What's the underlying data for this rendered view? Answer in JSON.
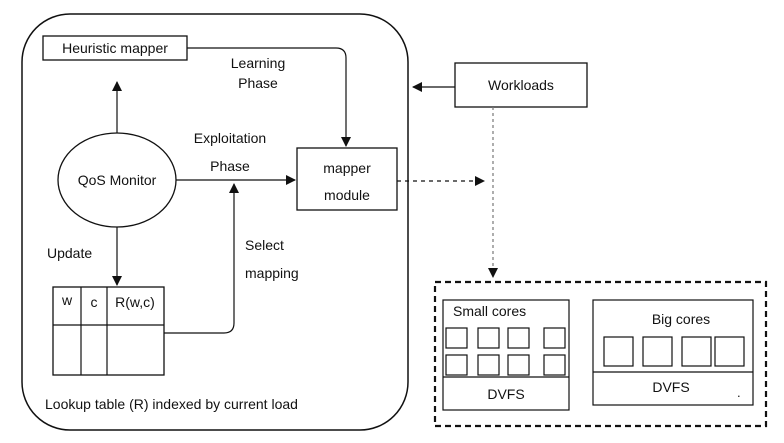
{
  "nodes": {
    "heuristic_mapper": "Heuristic mapper",
    "qos_monitor": "QoS Monitor",
    "mapper_module_line1": "mapper",
    "mapper_module_line2": "module",
    "workloads": "Workloads"
  },
  "edge_labels": {
    "learning_line1": "Learning",
    "learning_line2": "Phase",
    "exploitation_line1": "Exploitation",
    "exploitation_line2": "Phase",
    "update": "Update",
    "select_line1": "Select",
    "select_line2": "mapping"
  },
  "lookup_table": {
    "headers": [
      "w",
      "c",
      "R(w,c)"
    ],
    "caption": "Lookup table (R) indexed by current load"
  },
  "hardware": {
    "small_cores_label": "Small cores",
    "small_dvfs": "DVFS",
    "big_cores_label": "Big cores",
    "big_dvfs": "DVFS",
    "big_dot": "."
  }
}
